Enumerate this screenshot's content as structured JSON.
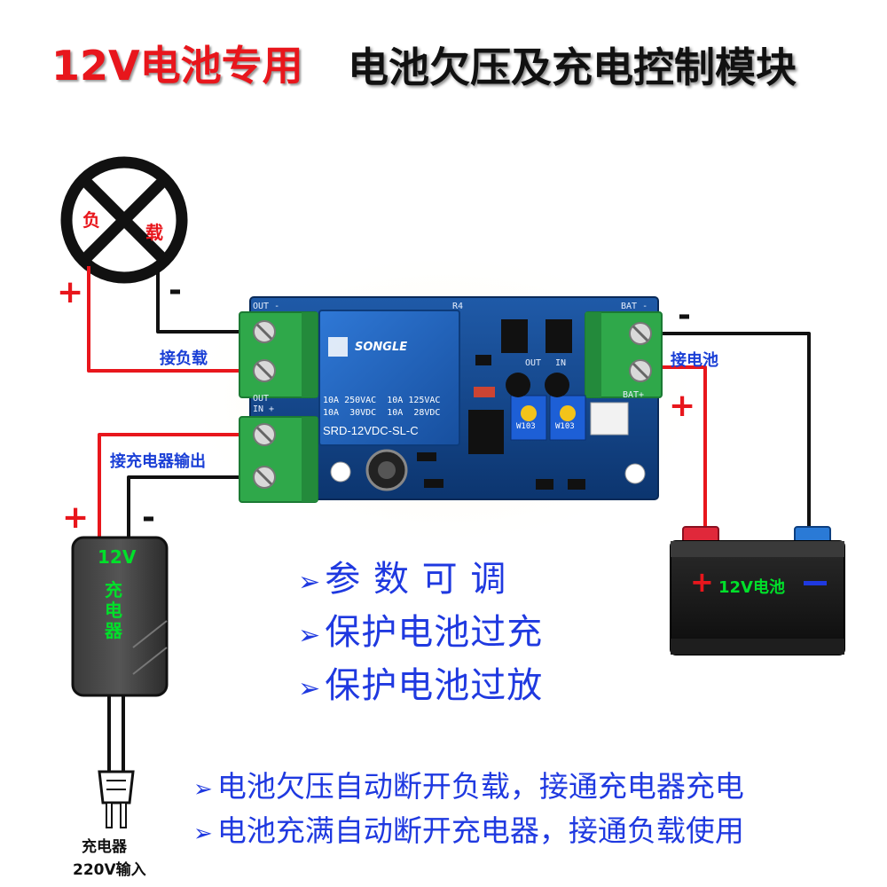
{
  "header": {
    "title_left": "12V电池专用",
    "title_right": "电池欠压及充电控制模块"
  },
  "load": {
    "char1": "负",
    "char2": "载",
    "plus": "+",
    "minus": "-"
  },
  "labels": {
    "connect_load": "接负载",
    "connect_battery": "接电池",
    "connect_charger_output": "接充电器输出"
  },
  "charger": {
    "voltage": "12V",
    "name_chars": [
      "充",
      "电",
      "器"
    ],
    "plus": "+",
    "minus": "-",
    "input_line1": "充电器",
    "input_line2": "220V输入"
  },
  "battery": {
    "plus_top": "+",
    "minus_top": "-",
    "plus_body": "+",
    "label": "12V电池"
  },
  "features": {
    "arrow": "➢",
    "items": [
      "参 数 可 调",
      "保护电池过充",
      "保护电池过放"
    ]
  },
  "notes": {
    "items": [
      "电池欠压自动断开负载，接通充电器充电",
      "电池充满自动断开充电器，接通负载使用"
    ]
  },
  "module": {
    "relay_brand": "SONGLE",
    "relay_spec1": "10A 250VAC  10A 125VAC",
    "relay_spec2": "10A  30VDC  10A  28VDC",
    "relay_model": "SRD-12VDC-SL-C",
    "silk_out_minus": "OUT -",
    "silk_out_plus": "OUT",
    "silk_in_plus": "IN +",
    "silk_bat_minus": "BAT -",
    "silk_bat_plus": "BAT+",
    "silk_r4": "R4",
    "silk_out2": "OUT",
    "silk_in2": "IN",
    "pot_label": "W103"
  },
  "colors": {
    "title_red": "#e8161c",
    "label_blue": "#1a3fd6",
    "pcb_blue": "#0f3f8c",
    "terminal_green": "#2fa84a",
    "relay_blue": "#1e5fc0",
    "wire_red": "#e8161c",
    "wire_black": "#111111"
  }
}
